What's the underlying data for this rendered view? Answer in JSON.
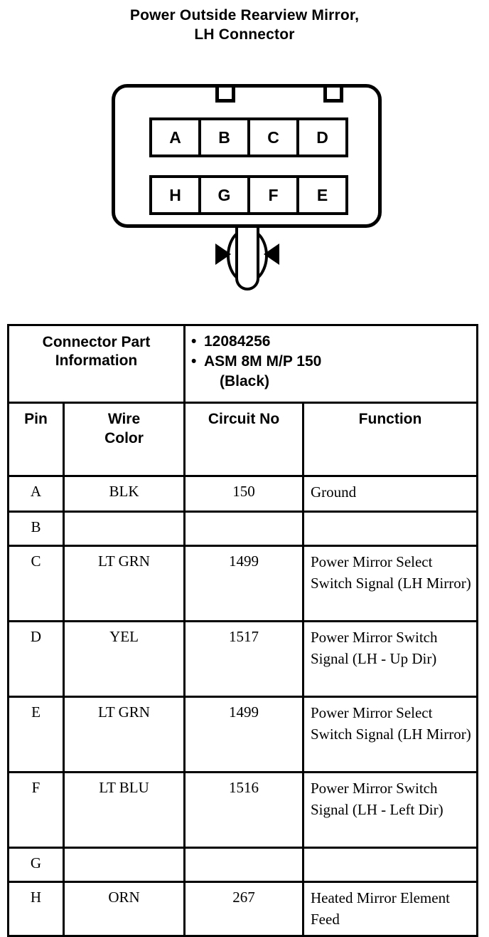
{
  "title": {
    "line1": "Power Outside Rearview Mirror,",
    "line2": "LH Connector"
  },
  "connector_diagram": {
    "top_row_pins": [
      "A",
      "B",
      "C",
      "D"
    ],
    "bottom_row_pins": [
      "H",
      "G",
      "F",
      "E"
    ],
    "notch_count": 2,
    "orientation_arrows": 2
  },
  "table": {
    "part_info_label_line1": "Connector Part",
    "part_info_label_line2": "Information",
    "part_info_bullets": [
      "12084256",
      "ASM 8M M/P 150"
    ],
    "part_info_bullet2_cont": "(Black)",
    "headers": {
      "pin": "Pin",
      "wire_color_line1": "Wire",
      "wire_color_line2": "Color",
      "circuit_no": "Circuit No",
      "function": "Function"
    },
    "rows": [
      {
        "pin": "A",
        "wire_color": "BLK",
        "circuit_no": "150",
        "function": "Ground"
      },
      {
        "pin": "B",
        "wire_color": "",
        "circuit_no": "",
        "function": ""
      },
      {
        "pin": "C",
        "wire_color": "LT GRN",
        "circuit_no": "1499",
        "function": "Power Mirror Select Switch Signal (LH Mirror)"
      },
      {
        "pin": "D",
        "wire_color": "YEL",
        "circuit_no": "1517",
        "function": "Power Mirror Switch Signal (LH - Up Dir)"
      },
      {
        "pin": "E",
        "wire_color": "LT GRN",
        "circuit_no": "1499",
        "function": "Power Mirror Select Switch Signal (LH Mirror)"
      },
      {
        "pin": "F",
        "wire_color": "LT BLU",
        "circuit_no": "1516",
        "function": "Power Mirror Switch Signal (LH - Left Dir)"
      },
      {
        "pin": "G",
        "wire_color": "",
        "circuit_no": "",
        "function": ""
      },
      {
        "pin": "H",
        "wire_color": "ORN",
        "circuit_no": "267",
        "function": "Heated Mirror Element Feed"
      }
    ]
  },
  "colors": {
    "ink": "#000000",
    "paper": "#ffffff"
  }
}
